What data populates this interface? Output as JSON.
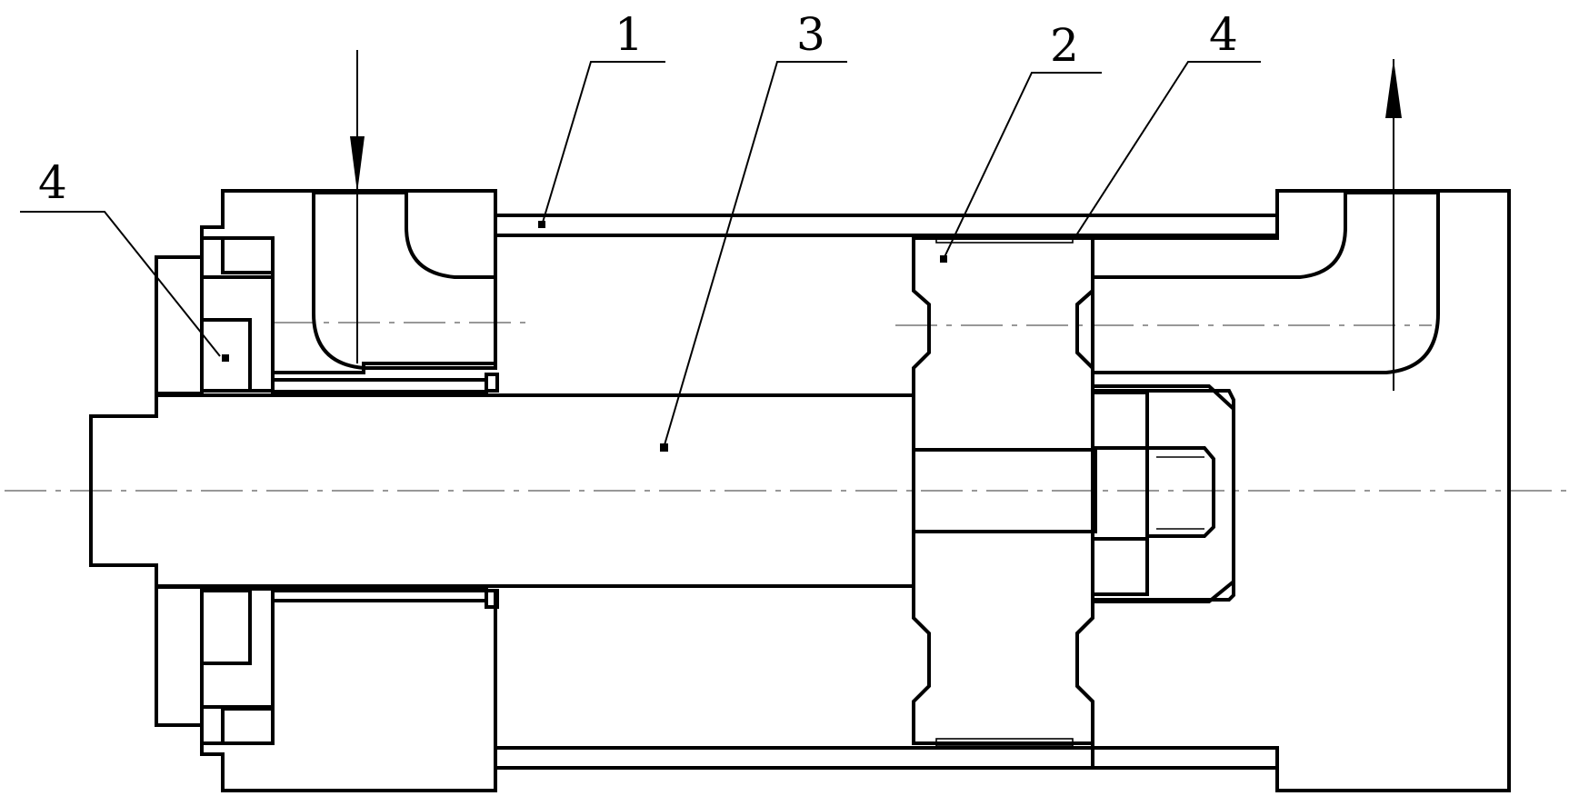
{
  "diagram": {
    "labels": {
      "part1": "1",
      "part2": "2",
      "part3": "3",
      "part4_left": "4",
      "part4_right": "4"
    },
    "colors": {
      "line": "#000000",
      "centerline": "#777777",
      "background": "#ffffff"
    }
  }
}
